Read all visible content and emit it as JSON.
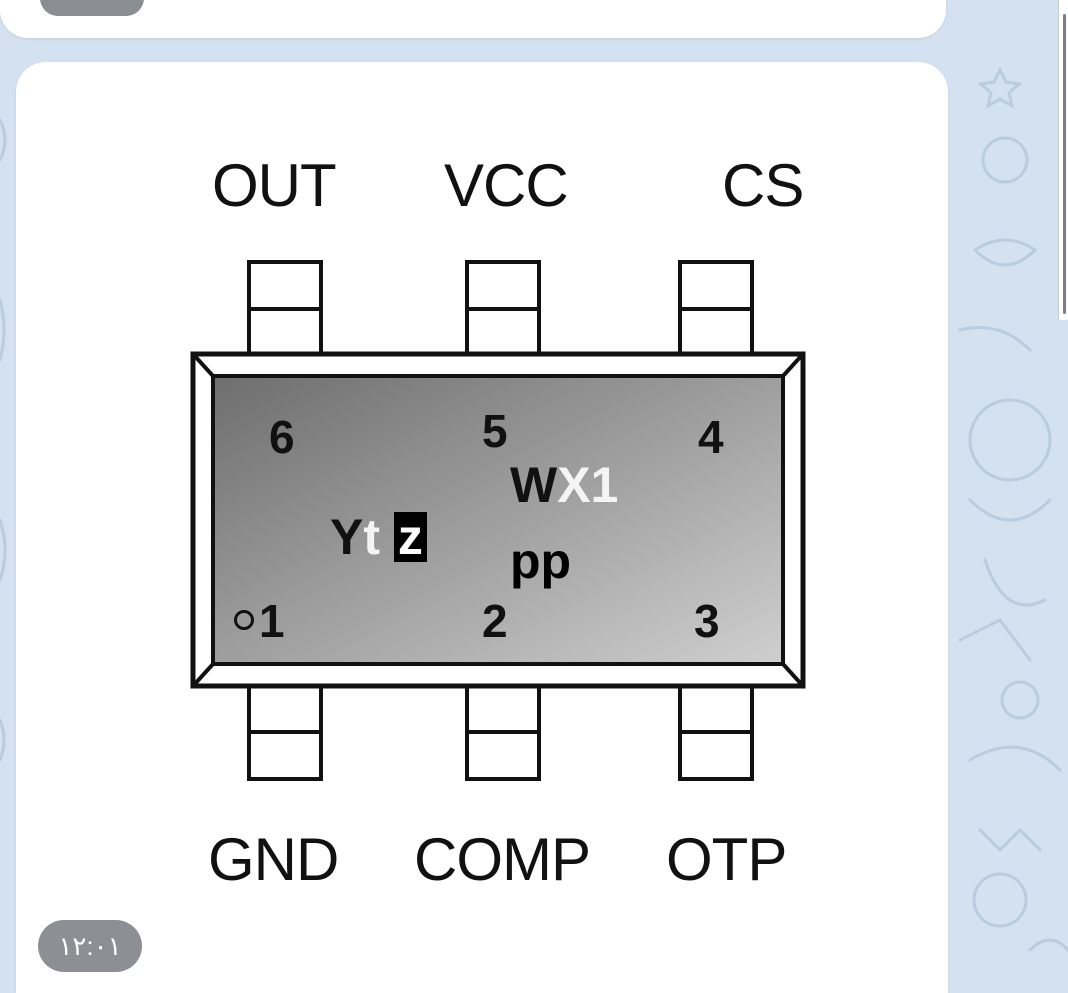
{
  "message": {
    "timestamp": "۱۲:۰۱"
  },
  "diagram": {
    "top_pins": [
      "OUT",
      "VCC",
      "CS"
    ],
    "bottom_pins": [
      "GND",
      "COMP",
      "OTP"
    ],
    "pin_numbers_top": [
      "6",
      "5",
      "4"
    ],
    "pin_numbers_bottom": [
      "1",
      "2",
      "3"
    ],
    "marking": {
      "line1_dark": "W",
      "line1_light": "X1",
      "line2_dark": "Y",
      "line2_light": "t",
      "line2_inverse": "z",
      "line3": "pp"
    }
  },
  "colors": {
    "chat_background": "#d3e1f0",
    "bubble": "#ffffff",
    "time_pill": "#8c8f94",
    "package_body_dark": "#7d7d7d",
    "package_body_light": "#c8c8c8"
  }
}
